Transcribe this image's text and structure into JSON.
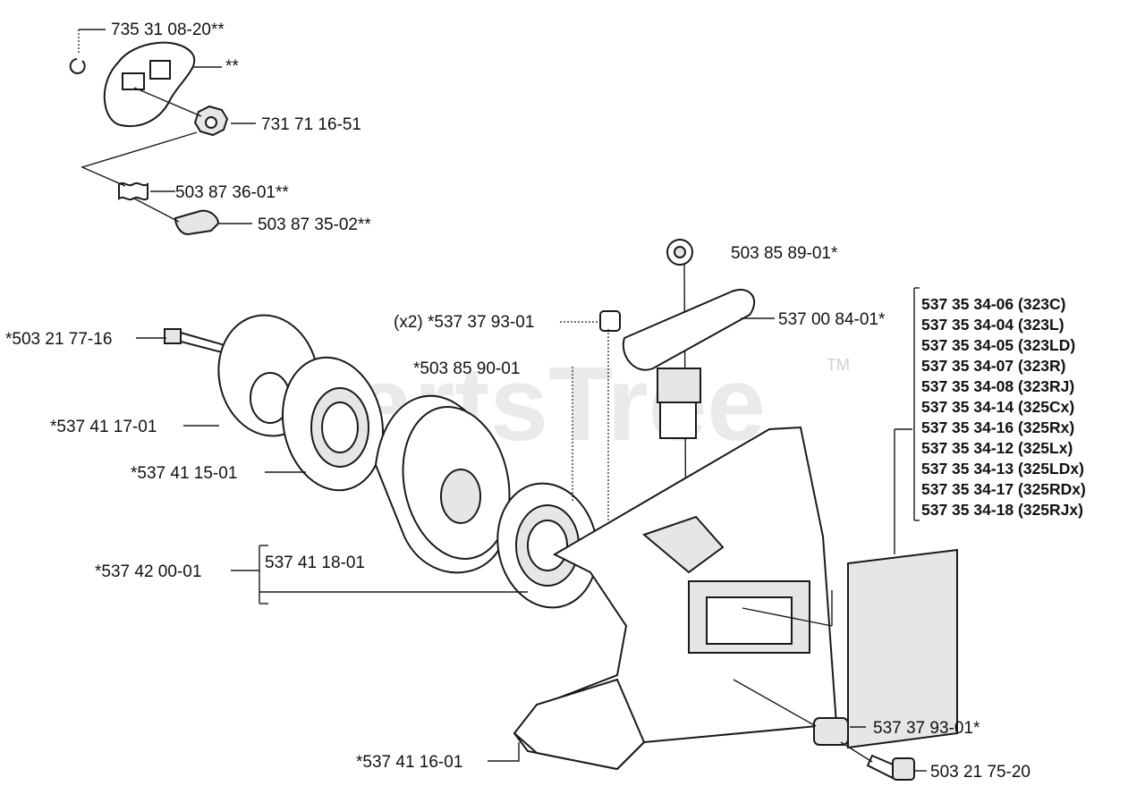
{
  "watermark": {
    "brand": "PartsTree",
    "trademark": "TM"
  },
  "callouts": {
    "c1": "735 31 08-20**",
    "c2": "**",
    "c3": "731 71 16-51",
    "c4": "503 87 36-01**",
    "c5": "503 87 35-02**",
    "c6": "503 85 89-01*",
    "c7": "537 00 84-01*",
    "c8": "(x2) *537 37 93-01",
    "c9": "*503 21 77-16",
    "c10": "*503 85 90-01",
    "c11": "*537 41 17-01",
    "c12": "*537 41 15-01",
    "c13": "*537 42 00-01",
    "c14": "537 41 18-01",
    "c15": "537 37 93-01*",
    "c16": "*537 41 16-01",
    "c17": "503 21 75-20"
  },
  "decal_list": [
    "537 35 34-06 (323C)",
    "537 35 34-04 (323L)",
    "537 35 34-05 (323LD)",
    "537 35 34-07 (323R)",
    "537 35 34-08 (323RJ)",
    "537 35 34-14 (325Cx)",
    "537 35 34-16 (325Rx)",
    "537 35 34-12 (325Lx)",
    "537 35 34-13 (325LDx)",
    "537 35 34-17 (325RDx)",
    "537 35 34-18 (325RJx)"
  ]
}
